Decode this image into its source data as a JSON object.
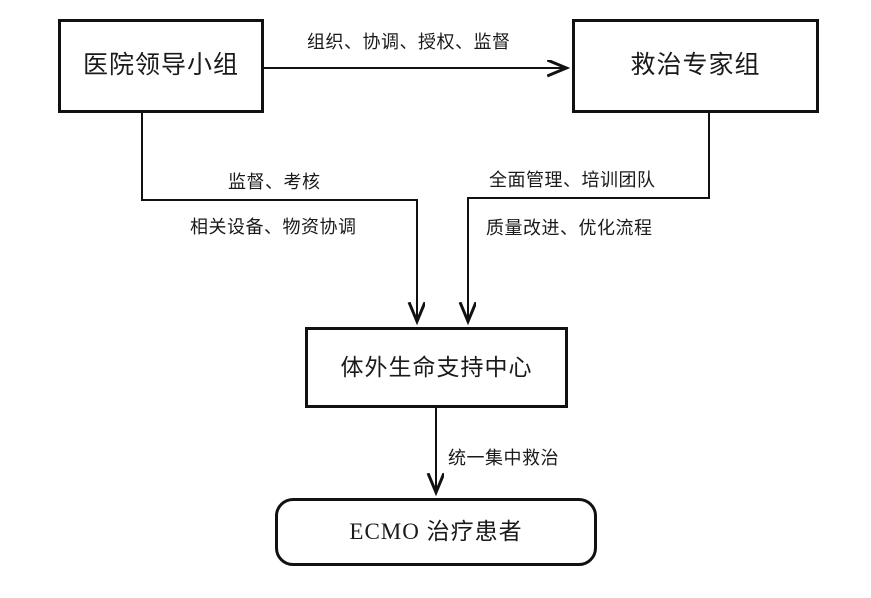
{
  "diagram": {
    "title_present": false,
    "background_color": "#ffffff",
    "line_color": "#111111",
    "text_color": "#1a1a1a",
    "nodes": [
      {
        "id": "hospital-leadership",
        "label": "医院领导小组",
        "shape": "rectangle"
      },
      {
        "id": "expert-group",
        "label": "救治专家组",
        "shape": "rectangle"
      },
      {
        "id": "ecls-center",
        "label": "体外生命支持中心",
        "shape": "rectangle"
      },
      {
        "id": "ecmo-patient",
        "label": "ECMO 治疗患者",
        "shape": "rounded-rectangle"
      }
    ],
    "edges": [
      {
        "id": "organize",
        "from": "hospital-leadership",
        "to": "expert-group",
        "label": "组织、协调、授权、监督"
      },
      {
        "id": "supervise",
        "from": "hospital-leadership",
        "to": "ecls-center",
        "label": "监督、考核"
      },
      {
        "id": "equipment",
        "from": "hospital-leadership",
        "to": "ecls-center",
        "label": "相关设备、物资协调"
      },
      {
        "id": "management",
        "from": "expert-group",
        "to": "ecls-center",
        "label": "全面管理、培训团队"
      },
      {
        "id": "quality",
        "from": "expert-group",
        "to": "ecls-center",
        "label": "质量改进、优化流程"
      },
      {
        "id": "unified",
        "from": "ecls-center",
        "to": "ecmo-patient",
        "label": "统一集中救治"
      }
    ]
  }
}
